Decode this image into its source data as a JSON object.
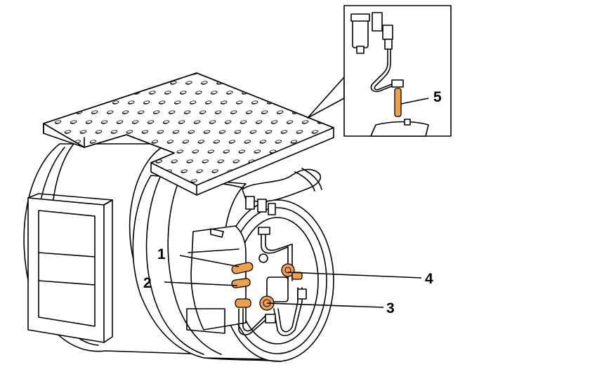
{
  "callouts": [
    {
      "id": "1",
      "label": "1"
    },
    {
      "id": "2",
      "label": "2"
    },
    {
      "id": "3",
      "label": "3"
    },
    {
      "id": "4",
      "label": "4"
    },
    {
      "id": "5",
      "label": "5"
    }
  ],
  "colors": {
    "highlight": "#f0a04b",
    "line": "#000000",
    "background": "#ffffff"
  }
}
